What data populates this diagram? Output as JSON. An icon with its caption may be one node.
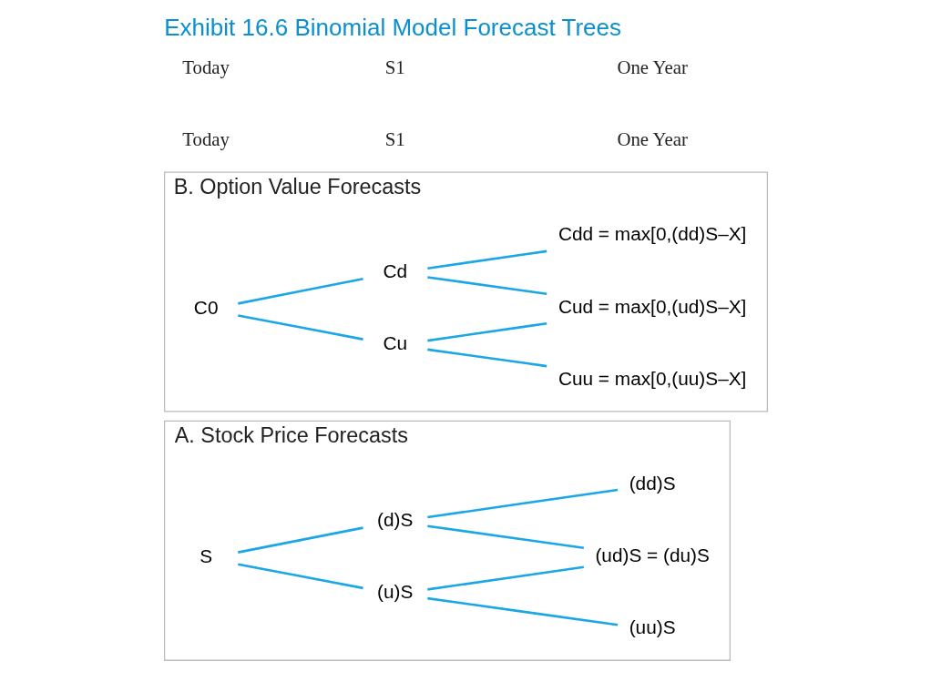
{
  "diagram": {
    "title": "Exhibit 16.6 Binomial Model Forecast Trees",
    "nodes": [
      {
        "text": [
          "A. Stock Price Forecasts"
        ]
      },
      {
        "text": [
          "S"
        ],
        "in": 0
      },
      {
        "text": [
          "(u)S"
        ],
        "in": 0
      },
      {
        "text": [
          "(d)S"
        ],
        "in": 0
      },
      {
        "text": [
          "(uu)S"
        ],
        "in": 0
      },
      {
        "text": [
          "(ud)S = (du)S"
        ],
        "in": 0
      },
      {
        "text": [
          "(dd)S"
        ],
        "in": 0
      },
      {
        "text": [
          "B. Option Value Forecasts"
        ]
      },
      {
        "text": [
          "C0"
        ],
        "in": 7
      },
      {
        "text": [
          "Cu"
        ],
        "in": 7
      },
      {
        "text": [
          "Cd"
        ],
        "in": 7
      },
      {
        "text": [
          "Cuu = max[0,(uu)S–X]"
        ],
        "in": 7
      },
      {
        "text": [
          "Cud = max[0,(ud)S–X]"
        ],
        "in": 7
      },
      {
        "text": [
          "Cdd = max[0,(dd)S–X]"
        ],
        "in": 7
      }
    ],
    "edges": [
      {
        "from": 1,
        "to": 2,
        "arrow": "none"
      },
      {
        "from": 1,
        "to": 3,
        "arrow": "none"
      },
      {
        "from": 2,
        "to": 4,
        "arrow": "none"
      },
      {
        "from": 2,
        "to": 5,
        "arrow": "none"
      },
      {
        "from": 3,
        "to": 5,
        "arrow": "none"
      },
      {
        "from": 3,
        "to": 6,
        "arrow": "none"
      },
      {
        "from": 8,
        "to": 9,
        "arrow": "none"
      },
      {
        "from": 8,
        "to": 10,
        "arrow": "none"
      },
      {
        "from": 9,
        "to": 11,
        "arrow": "none"
      },
      {
        "from": 9,
        "to": 12,
        "arrow": "none"
      },
      {
        "from": 10,
        "to": 12,
        "arrow": "none"
      },
      {
        "from": 10,
        "to": 13,
        "arrow": "none"
      }
    ],
    "labels": [
      "Today",
      "S1",
      "One Year",
      "Today",
      "S1",
      "One Year"
    ]
  }
}
